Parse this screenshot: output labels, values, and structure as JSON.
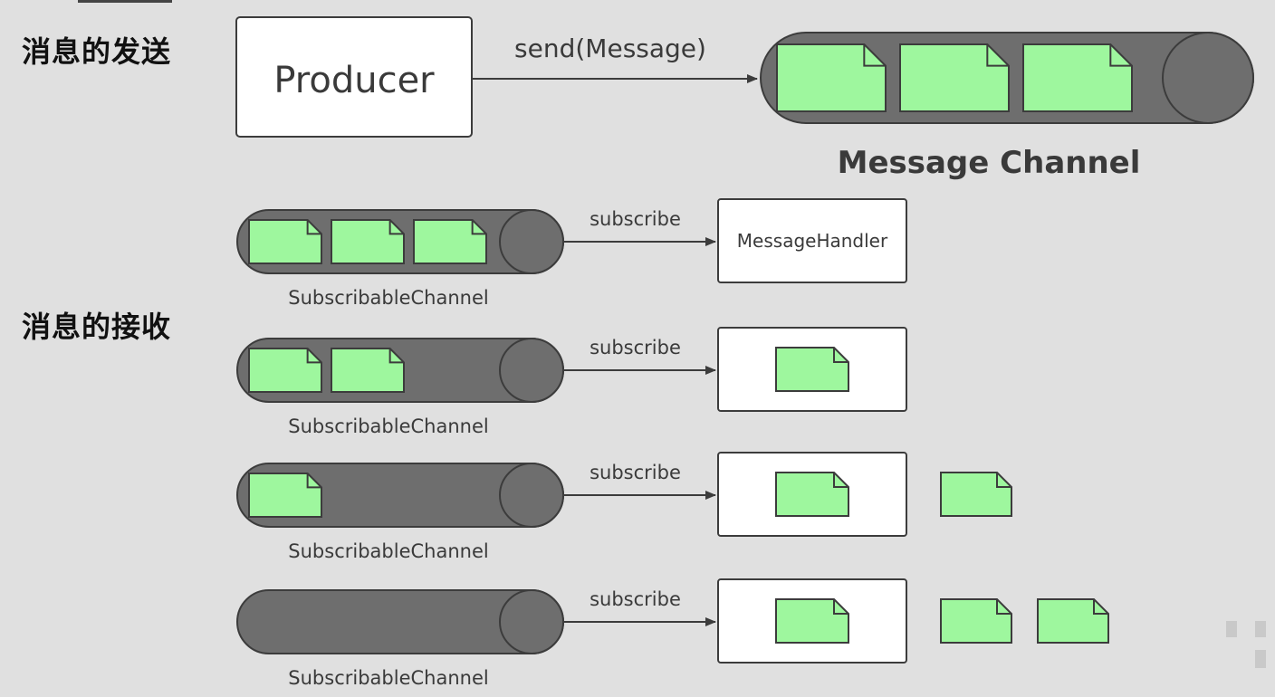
{
  "sections": {
    "send_title": "消息的发送",
    "receive_title": "消息的接收"
  },
  "producer": {
    "label": "Producer"
  },
  "send_arrow": {
    "label": "send(Message)"
  },
  "message_channel": {
    "label": "Message Channel",
    "message_count": 3
  },
  "receive_rows": [
    {
      "channel_label": "SubscribableChannel",
      "arrow_label": "subscribe",
      "queued": 3,
      "handler_label": "MessageHandler",
      "in_handler": 0,
      "delivered": 0
    },
    {
      "channel_label": "SubscribableChannel",
      "arrow_label": "subscribe",
      "queued": 2,
      "handler_label": "",
      "in_handler": 1,
      "delivered": 0
    },
    {
      "channel_label": "SubscribableChannel",
      "arrow_label": "subscribe",
      "queued": 1,
      "handler_label": "",
      "in_handler": 1,
      "delivered": 1
    },
    {
      "channel_label": "SubscribableChannel",
      "arrow_label": "subscribe",
      "queued": 0,
      "handler_label": "",
      "in_handler": 1,
      "delivered": 2
    }
  ],
  "colors": {
    "background": "#e0e0e0",
    "channel": "#6e6e6e",
    "message": "#9ef79e",
    "outline": "#3c3c3c",
    "box": "#ffffff"
  }
}
